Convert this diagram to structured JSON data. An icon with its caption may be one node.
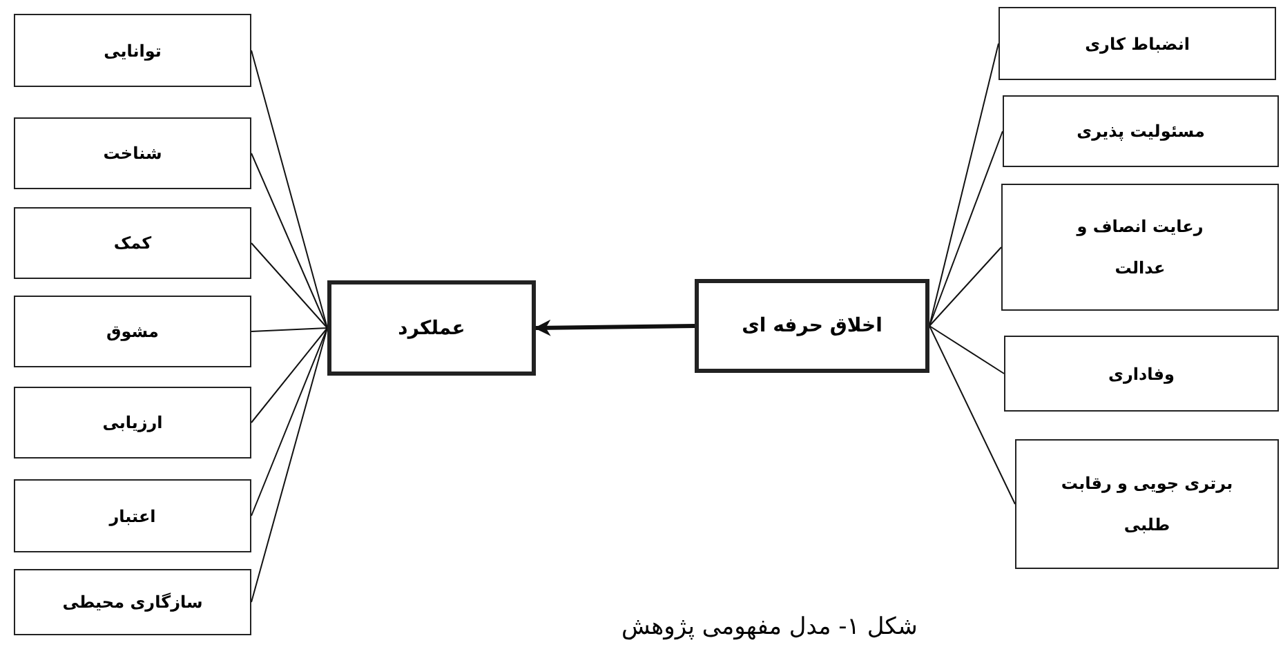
{
  "diagram": {
    "caption": "شکل ۱- مدل مفهومی پژوهش",
    "nodes": [
      {
        "text": [
          "عملکرد"
        ]
      },
      {
        "text": [
          "اخلاق حرفه ای"
        ]
      },
      {
        "text": [
          "توانایی"
        ]
      },
      {
        "text": [
          "شناخت"
        ]
      },
      {
        "text": [
          "کمک"
        ]
      },
      {
        "text": [
          "مشوق"
        ]
      },
      {
        "text": [
          "ارزیابی"
        ]
      },
      {
        "text": [
          "اعتبار"
        ]
      },
      {
        "text": [
          "سازگاری محیطی"
        ]
      },
      {
        "text": [
          "انضباط کاری"
        ]
      },
      {
        "text": [
          "مسئولیت پذیری"
        ]
      },
      {
        "text": [
          "رعایت انصاف و عدالت"
        ]
      },
      {
        "text": [
          "وفاداری"
        ]
      },
      {
        "text": [
          "برتری جویی و رقابت طلبی"
        ]
      }
    ],
    "edges": [
      {
        "from": 1,
        "to": 0,
        "arrow": "to",
        "style": "thick"
      },
      {
        "from": 0,
        "to": 2,
        "arrow": "none"
      },
      {
        "from": 0,
        "to": 3,
        "arrow": "none"
      },
      {
        "from": 0,
        "to": 4,
        "arrow": "none"
      },
      {
        "from": 0,
        "to": 5,
        "arrow": "none"
      },
      {
        "from": 0,
        "to": 6,
        "arrow": "none"
      },
      {
        "from": 0,
        "to": 7,
        "arrow": "none"
      },
      {
        "from": 0,
        "to": 8,
        "arrow": "none"
      },
      {
        "from": 1,
        "to": 9,
        "arrow": "none"
      },
      {
        "from": 1,
        "to": 10,
        "arrow": "none"
      },
      {
        "from": 1,
        "to": 11,
        "arrow": "none"
      },
      {
        "from": 1,
        "to": 12,
        "arrow": "none"
      },
      {
        "from": 1,
        "to": 13,
        "arrow": "none"
      }
    ]
  }
}
